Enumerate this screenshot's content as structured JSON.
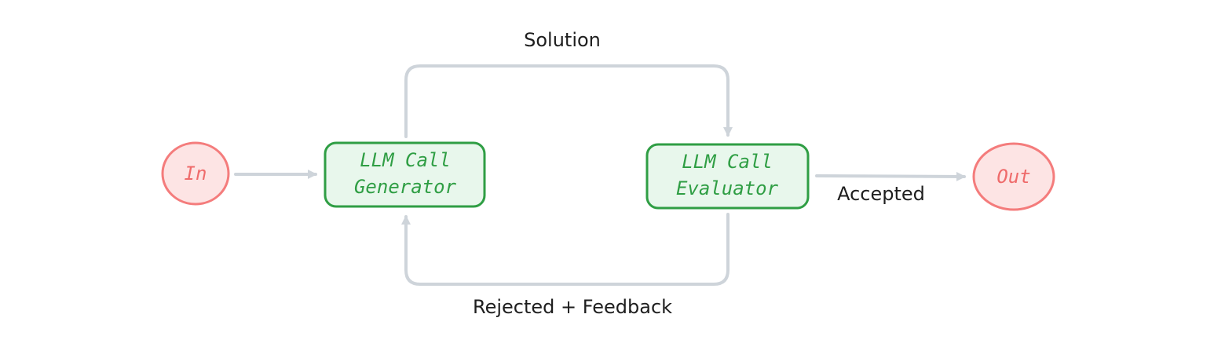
{
  "nodes": {
    "input": {
      "label": "In"
    },
    "generator": {
      "line1": "LLM Call",
      "line2": "Generator"
    },
    "evaluator": {
      "line1": "LLM Call",
      "line2": "Evaluator"
    },
    "output": {
      "label": "Out"
    }
  },
  "edges": {
    "solution": {
      "label": "Solution"
    },
    "feedback": {
      "label": "Rejected + Feedback"
    },
    "accepted": {
      "label": "Accepted"
    }
  },
  "colors": {
    "io_stroke": "#f47c7c",
    "io_fill": "#fde4e4",
    "io_text": "#ef6b6b",
    "llm_stroke": "#2f9e44",
    "llm_fill": "#e8f7ec",
    "llm_text": "#2f9e44",
    "edge": "#ced4da",
    "label": "#1e1e1e"
  }
}
